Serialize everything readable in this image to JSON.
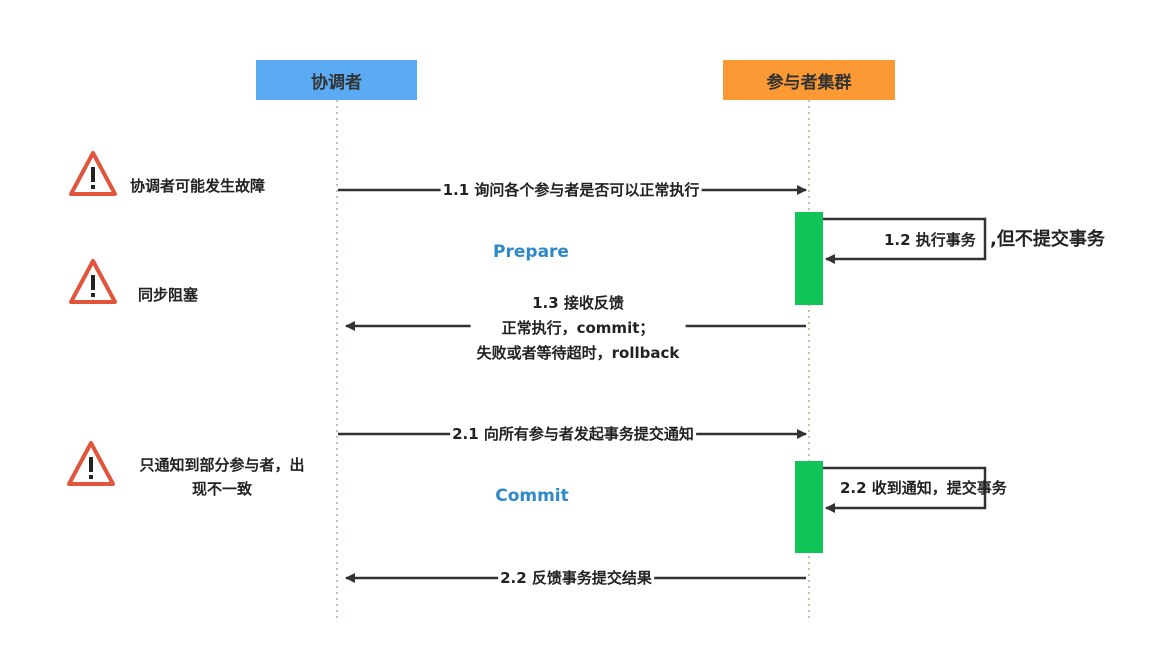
{
  "actors": {
    "coordinator": "协调者",
    "participants": "参与者集群"
  },
  "colors": {
    "coordinator": "#5aabf3",
    "participants": "#fb9a34",
    "activation": "#11c558",
    "phase": "#2e88c9",
    "warning": "#e0553b"
  },
  "phases": {
    "prepare": "Prepare",
    "commit": "Commit"
  },
  "messages": {
    "m11": "1.1 询问各个参与者是否可以正常执行",
    "m12a": "1.2 执行事务",
    "m12b": ",但不提交事务",
    "m13": [
      "1.3 接收反馈",
      "正常执行，commit；",
      "失败或者等待超时，rollback"
    ],
    "m21": "2.1 向所有参与者发起事务提交通知",
    "m22a": "2.2 收到通知，提交事务",
    "m22b": "2.2 反馈事务提交结果"
  },
  "warnings": {
    "w1": "协调者可能发生故障",
    "w2": "同步阻塞",
    "w3": [
      "只通知到部分参与者，出",
      "现不一致"
    ]
  }
}
